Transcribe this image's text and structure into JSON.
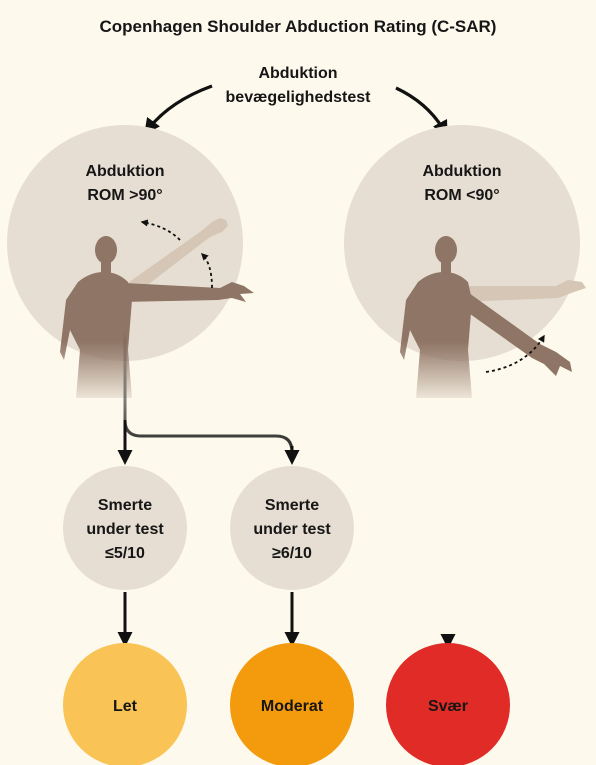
{
  "title": "Copenhagen Shoulder Abduction Rating (C-SAR)",
  "root": {
    "line1": "Abduktion",
    "line2": "bevægelighedstest"
  },
  "branch_left": {
    "line1": "Abduktion",
    "line2": "ROM >90°"
  },
  "branch_right": {
    "line1": "Abduktion",
    "line2": "ROM <90°"
  },
  "pain_low": {
    "line1": "Smerte",
    "line2": "under test",
    "line3": "≤5/10"
  },
  "pain_high": {
    "line1": "Smerte",
    "line2": "under test",
    "line3": "≥6/10"
  },
  "outcomes": {
    "mild": "Let",
    "moderate": "Moderat",
    "severe": "Svær"
  },
  "colors": {
    "background": "#fdf9ec",
    "circle": "#e6ded2",
    "figure": "#8f7565",
    "arm_faded": "#d6c6b6",
    "mild": "#f9c455",
    "moderate": "#f39a0d",
    "severe": "#e02b27"
  }
}
